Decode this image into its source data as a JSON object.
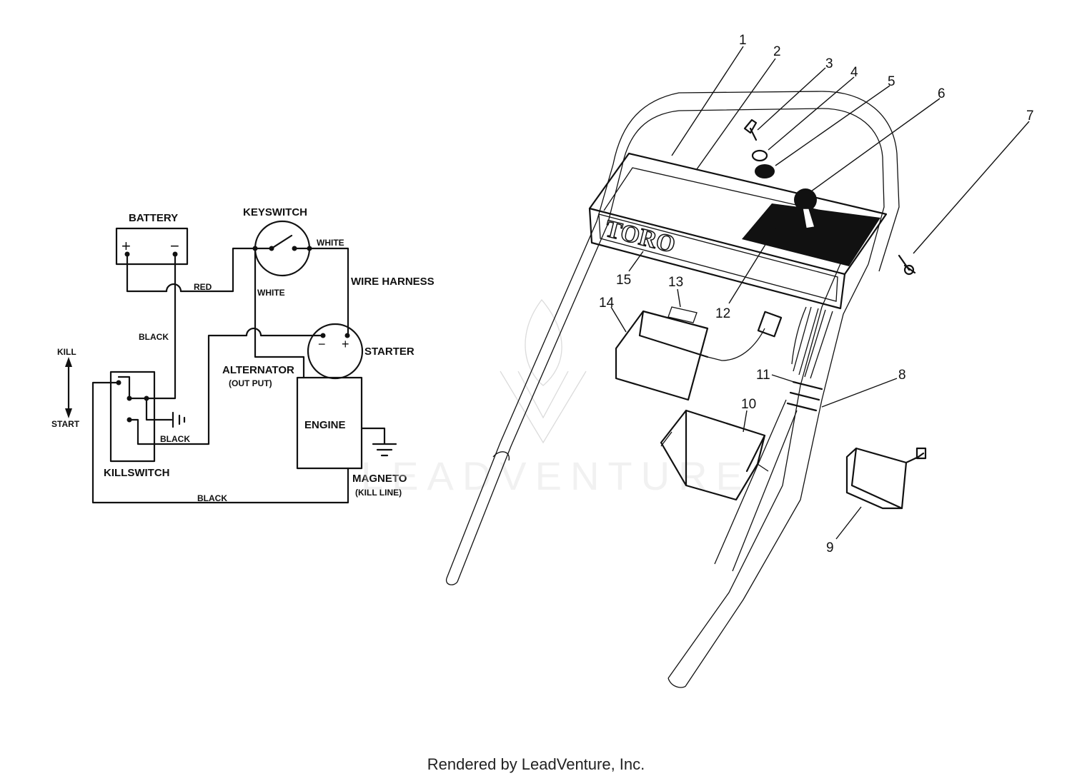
{
  "schematic": {
    "battery": "BATTERY",
    "battery_plus": "+",
    "battery_minus": "−",
    "keyswitch": "KEYSWITCH",
    "wire_white_top": "WHITE",
    "wire_red": "RED",
    "wire_white_mid": "WHITE",
    "wire_harness": "WIRE HARNESS",
    "wire_black_left": "BLACK",
    "kill": "KILL",
    "start": "START",
    "starter": "STARTER",
    "starter_minus": "−",
    "starter_plus": "+",
    "alternator": "ALTERNATOR",
    "alternator_sub": "(OUT PUT)",
    "engine": "ENGINE",
    "wire_black_mid": "BLACK",
    "killswitch": "KILLSWITCH",
    "magneto": "MAGNETO",
    "magneto_sub": "(KILL LINE)",
    "wire_black_bottom": "BLACK"
  },
  "exploded_view": {
    "brand": "TORO",
    "watermark": "LEADVENTURE",
    "callouts": [
      "1",
      "2",
      "3",
      "4",
      "5",
      "6",
      "7",
      "8",
      "9",
      "10",
      "11",
      "12",
      "13",
      "14",
      "15"
    ]
  },
  "footer": "Rendered by LeadVenture, Inc."
}
